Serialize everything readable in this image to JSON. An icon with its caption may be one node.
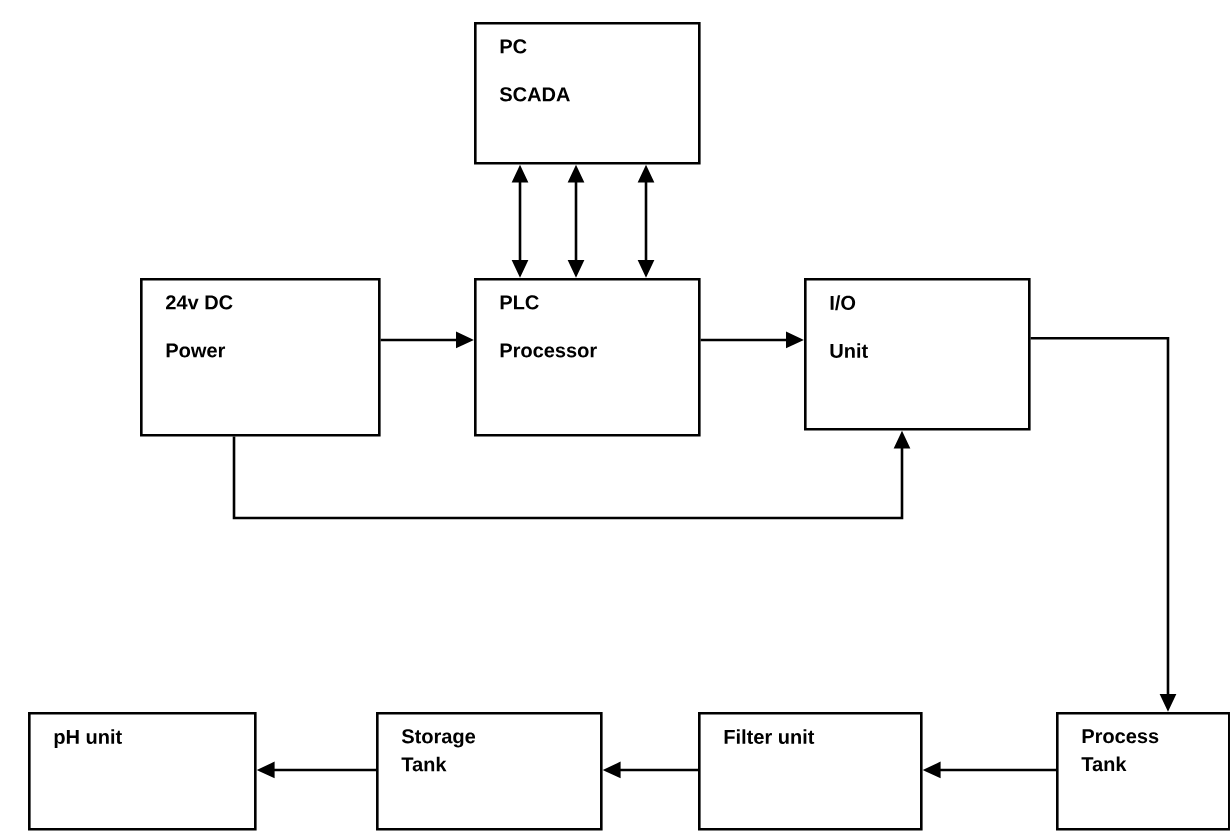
{
  "diagram": {
    "nodes": [
      {
        "text": [
          "PC",
          "SCADA"
        ]
      },
      {
        "text": [
          "24v DC",
          "Power"
        ]
      },
      {
        "text": [
          "PLC",
          "Processor"
        ]
      },
      {
        "text": [
          "I/O",
          "Unit"
        ]
      },
      {
        "text": [
          "Process Tank"
        ]
      },
      {
        "text": [
          "Filter unit"
        ]
      },
      {
        "text": [
          "Storage Tank"
        ]
      },
      {
        "text": [
          "pH unit"
        ]
      }
    ],
    "edges": [
      {
        "from": 0,
        "to": 2,
        "arrow": "both"
      },
      {
        "from": 0,
        "to": 2,
        "arrow": "both"
      },
      {
        "from": 0,
        "to": 2,
        "arrow": "both"
      },
      {
        "from": 1,
        "to": 2,
        "arrow": "to"
      },
      {
        "from": 2,
        "to": 3,
        "arrow": "to"
      },
      {
        "from": 1,
        "to": 3,
        "arrow": "to"
      },
      {
        "from": 3,
        "to": 4,
        "arrow": "to"
      },
      {
        "from": 4,
        "to": 5,
        "arrow": "to"
      },
      {
        "from": 5,
        "to": 6,
        "arrow": "to"
      },
      {
        "from": 6,
        "to": 7,
        "arrow": "to"
      }
    ]
  }
}
